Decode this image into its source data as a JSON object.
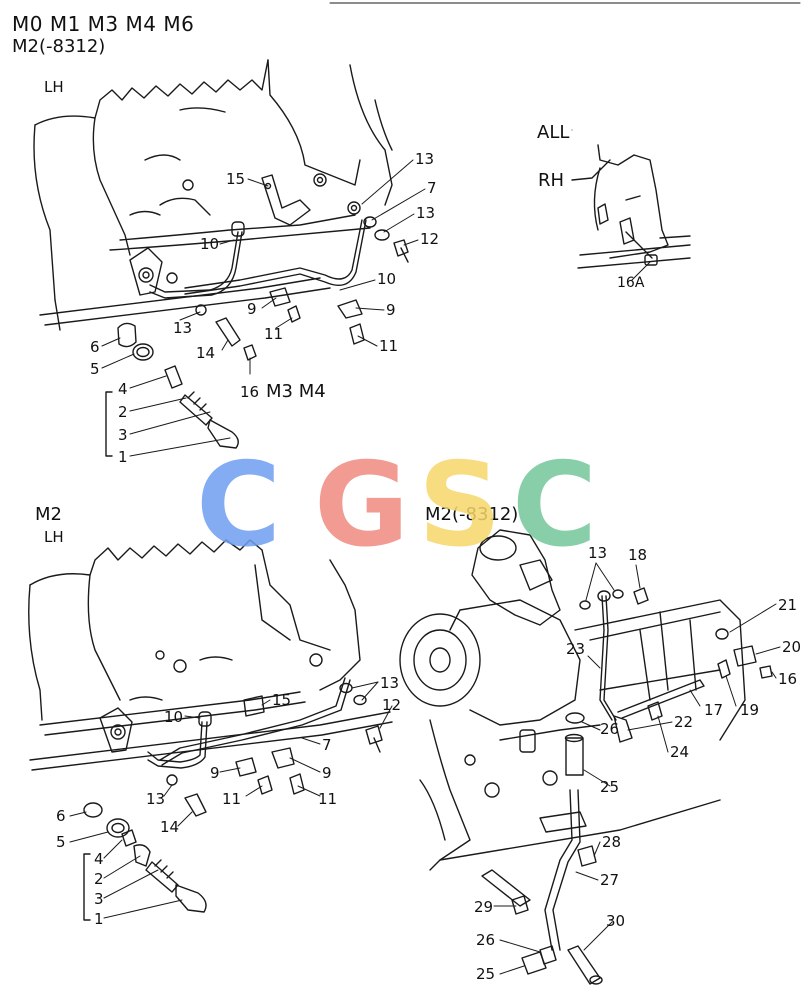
{
  "header": {
    "models_line1": "M0 M1 M3 M4 M6",
    "models_line2": "M2(-8312)"
  },
  "views": {
    "top_left": {
      "side": "LH"
    },
    "top_right": {
      "applies": "ALL",
      "side": "RH"
    },
    "bottom_left": {
      "model": "M2",
      "side": "LH"
    },
    "bottom_right": {
      "model": "M2(-8312)"
    }
  },
  "watermark": {
    "letters": [
      "C",
      "G",
      "S",
      "C"
    ],
    "colors": [
      "#6f9ef2",
      "#ef8a80",
      "#f7d66b",
      "#74c79b"
    ]
  },
  "callouts": {
    "tl": {
      "c15": "15",
      "c13a": "13",
      "c7": "7",
      "c13b": "13",
      "c12": "12",
      "c10a": "10",
      "c10b": "10",
      "c9a": "9",
      "c9b": "9",
      "c13c": "13",
      "c11a": "11",
      "c11b": "11",
      "c6": "6",
      "c5": "5",
      "c14": "14",
      "c16": "16",
      "c16_note": "M3 M4",
      "c4": "4",
      "c2": "2",
      "c3": "3",
      "c1": "1"
    },
    "tr": {
      "c16a": "16A"
    },
    "bl": {
      "c13a": "13",
      "c12": "12",
      "c15": "15",
      "c10": "10",
      "c7": "7",
      "c9a": "9",
      "c9b": "9",
      "c13b": "13",
      "c11a": "11",
      "c11b": "11",
      "c14": "14",
      "c6": "6",
      "c5": "5",
      "c4": "4",
      "c2": "2",
      "c3": "3",
      "c1": "1"
    },
    "br": {
      "c13": "13",
      "c18": "18",
      "c21": "21",
      "c20": "20",
      "c16": "16",
      "c23": "23",
      "c17": "17",
      "c19": "19",
      "c22": "22",
      "c26a": "26",
      "c24": "24",
      "c25a": "25",
      "c28": "28",
      "c27": "27",
      "c29": "29",
      "c30": "30",
      "c26b": "26",
      "c25b": "25"
    }
  }
}
